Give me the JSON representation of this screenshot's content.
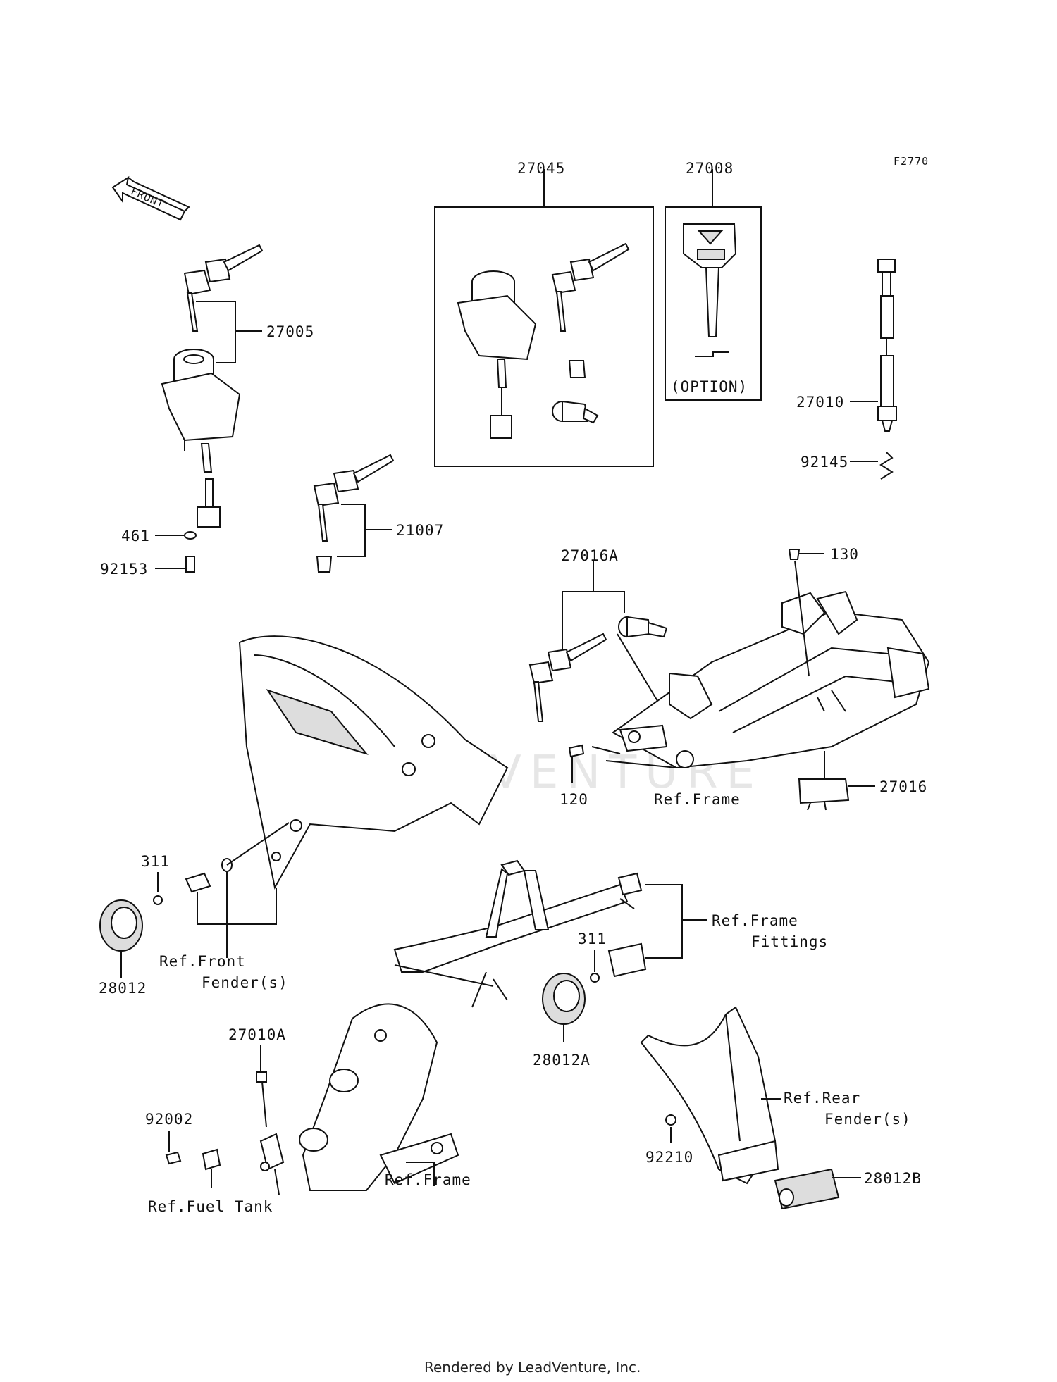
{
  "diagram": {
    "figure_code": "F2770",
    "front_arrow_label": "FRONT",
    "footer": "Rendered by LeadVenture, Inc.",
    "watermark": "LEADVENTURE",
    "labels": {
      "p27045": "27045",
      "p27008": "27008",
      "option": "(OPTION)",
      "p27005": "27005",
      "p27010": "27010",
      "p92145": "92145",
      "p21007": "21007",
      "p461": "461",
      "p92153": "92153",
      "p27016A": "27016A",
      "p130": "130",
      "p120": "120",
      "ref_frame_1": "Ref.Frame",
      "p27016": "27016",
      "p311_a": "311",
      "ref_front_fender_1": "Ref.Front",
      "ref_front_fender_2": "Fender(s)",
      "p28012": "28012",
      "ref_frame_fittings_1": "Ref.Frame",
      "ref_frame_fittings_2": "Fittings",
      "p311_b": "311",
      "p28012A": "28012A",
      "p27010A": "27010A",
      "p92002": "92002",
      "ref_fuel_tank": "Ref.Fuel Tank",
      "ref_frame_2": "Ref.Frame",
      "ref_rear_fender_1": "Ref.Rear",
      "ref_rear_fender_2": "Fender(s)",
      "p92210": "92210",
      "p28012B": "28012B"
    }
  }
}
